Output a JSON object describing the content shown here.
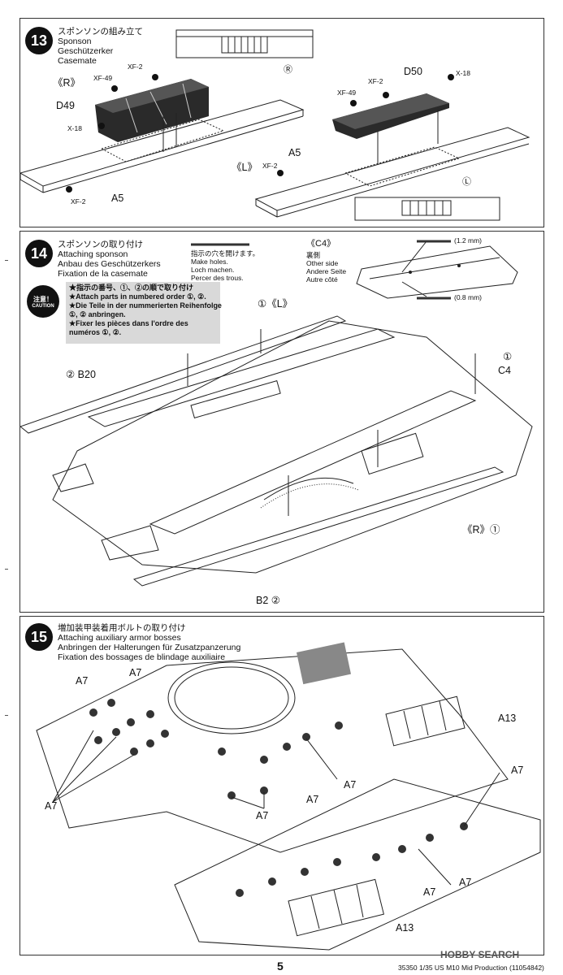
{
  "step13": {
    "number": "13",
    "title_jp": "スポンソンの組み立て",
    "title_en": "Sponson",
    "title_de": "Geschützerker",
    "title_fr": "Casemate",
    "side_r": "《R》",
    "side_l": "《L》",
    "parts": {
      "d49": "D49",
      "d50": "D50",
      "a5": "A5",
      "a5b": "A5",
      "r_mark": "Ⓡ",
      "l_mark": "Ⓛ"
    },
    "paints": {
      "xf2a": "XF-2",
      "xf49a": "XF-49",
      "x18a": "X-18",
      "xf2b": "XF-2",
      "xf2c": "XF-2",
      "xf49b": "XF-49",
      "x18b": "X-18",
      "xf2d": "XF-2"
    }
  },
  "step14": {
    "number": "14",
    "title_jp": "スポンソンの取り付け",
    "title_en": "Attaching sponson",
    "title_de": "Anbau des Geschützerkers",
    "title_fr": "Fixation de la casemate",
    "holes_jp": "指示の穴を開けます。",
    "holes_en": "Make holes.",
    "holes_de": "Loch machen.",
    "holes_fr": "Percer des trous.",
    "c4_header": "《C4》",
    "other_side_jp": "裏側",
    "other_side_en": "Other side",
    "other_side_de": "Andere Seite",
    "other_side_fr": "Autre côté",
    "drill_1": "(1.2 mm)",
    "drill_2": "(0.8 mm)",
    "caution_jp": "注意！",
    "caution_en": "CAUTION",
    "notes": [
      "★指示の番号、①、②の順で取り付け",
      "★Attach parts in numbered order ①, ②.",
      "★Die Teile in der nummerierten Reihenfolge",
      "①, ② anbringen.",
      "★Fixer les pièces dans l'ordre des",
      "numéros ①, ②."
    ],
    "labels": {
      "one_l": "①《L》",
      "two_b20": "② B20",
      "one_c4_num": "①",
      "c4": "C4",
      "r_one": "《R》①",
      "b2_two": "B2 ②"
    }
  },
  "step15": {
    "number": "15",
    "title_jp": "増加装甲装着用ボルトの取り付け",
    "title_en": "Attaching auxiliary armor bosses",
    "title_de": "Anbringen der Halterungen für Zusatzpanzerung",
    "title_fr": "Fixation des bossages de blindage auxiliaire",
    "labels": {
      "a7_1": "A7",
      "a7_2": "A7",
      "a7_3": "A7",
      "a7_4": "A7",
      "a7_5": "A7",
      "a7_6": "A7",
      "a7_7": "A7",
      "a7_8": "A7",
      "a7_9": "A7",
      "a13_1": "A13",
      "a13_2": "A13"
    }
  },
  "footer": {
    "page": "5",
    "code": "35350  1/35 US M10 Mid Production (11054842)",
    "watermark": "HOBBY SEARCH"
  }
}
